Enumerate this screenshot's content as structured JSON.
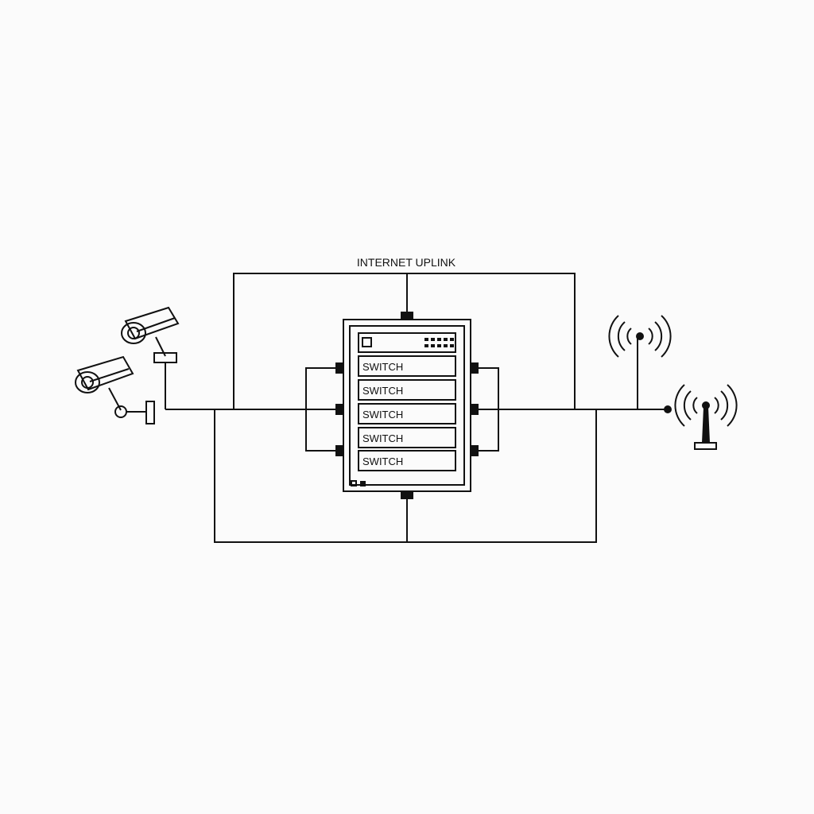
{
  "title": "INTERNET UPLINK",
  "rack": {
    "units": [
      {
        "label": "SWITCH"
      },
      {
        "label": "SWITCH"
      },
      {
        "label": "SWITCH"
      },
      {
        "label": "SWITCH"
      },
      {
        "label": "SWITCH"
      }
    ]
  },
  "devices": {
    "left": [
      "camera-icon",
      "camera-icon"
    ],
    "right": [
      "wifi-antenna-icon",
      "wifi-router-icon"
    ]
  },
  "colors": {
    "line": "#111111",
    "background": "#fbfbfb"
  }
}
